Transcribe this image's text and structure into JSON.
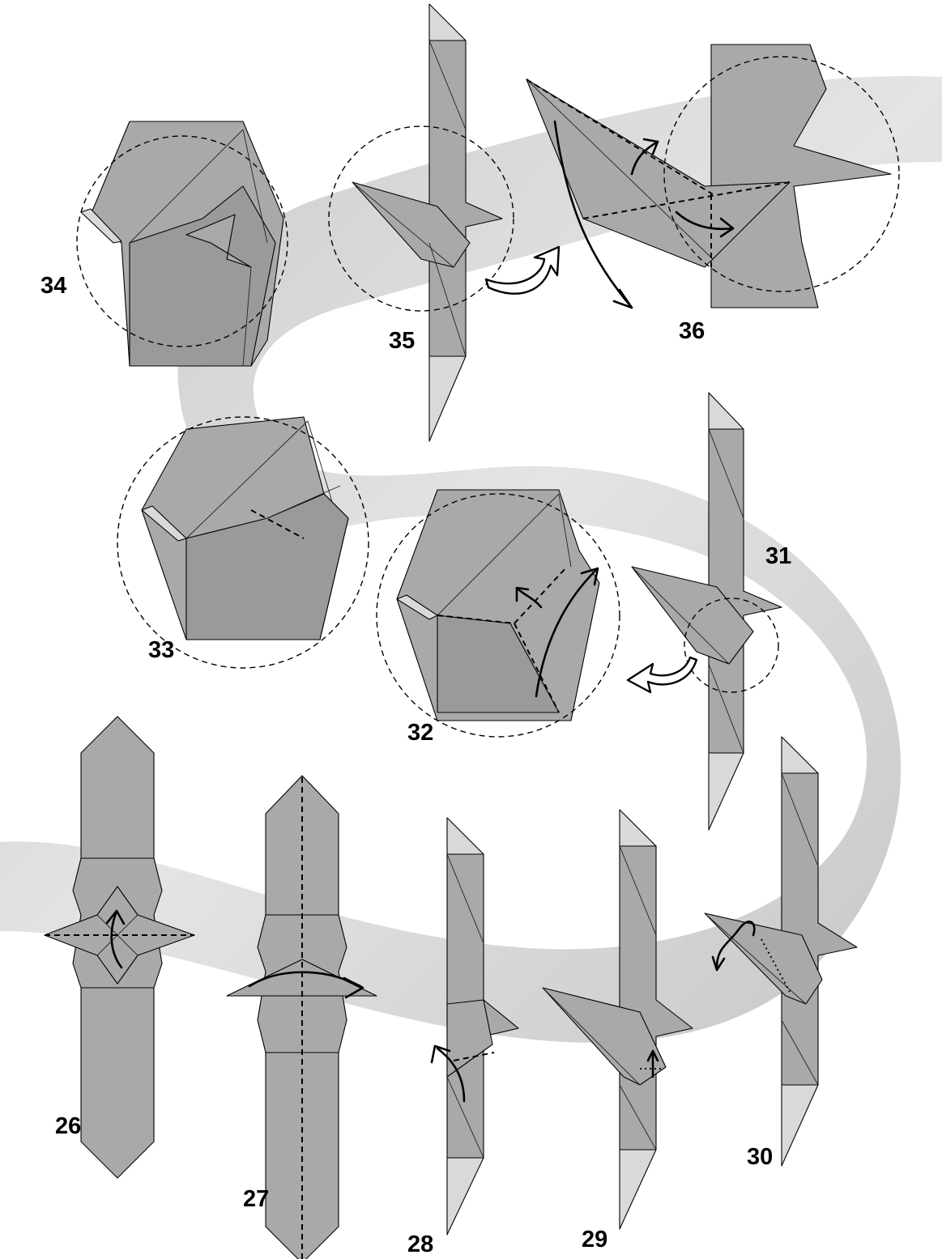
{
  "colors": {
    "background": "#ffffff",
    "ribbon": "#cfcfcf",
    "paper": "#a9a9a9",
    "paper_light": "#d9d9d9",
    "line": "#000000"
  },
  "steps": [
    {
      "id": "step-26",
      "label": "26"
    },
    {
      "id": "step-27",
      "label": "27"
    },
    {
      "id": "step-28",
      "label": "28"
    },
    {
      "id": "step-29",
      "label": "29"
    },
    {
      "id": "step-30",
      "label": "30"
    },
    {
      "id": "step-31",
      "label": "31"
    },
    {
      "id": "step-32",
      "label": "32"
    },
    {
      "id": "step-33",
      "label": "33"
    },
    {
      "id": "step-34",
      "label": "34"
    },
    {
      "id": "step-35",
      "label": "35"
    },
    {
      "id": "step-36",
      "label": "36"
    }
  ]
}
